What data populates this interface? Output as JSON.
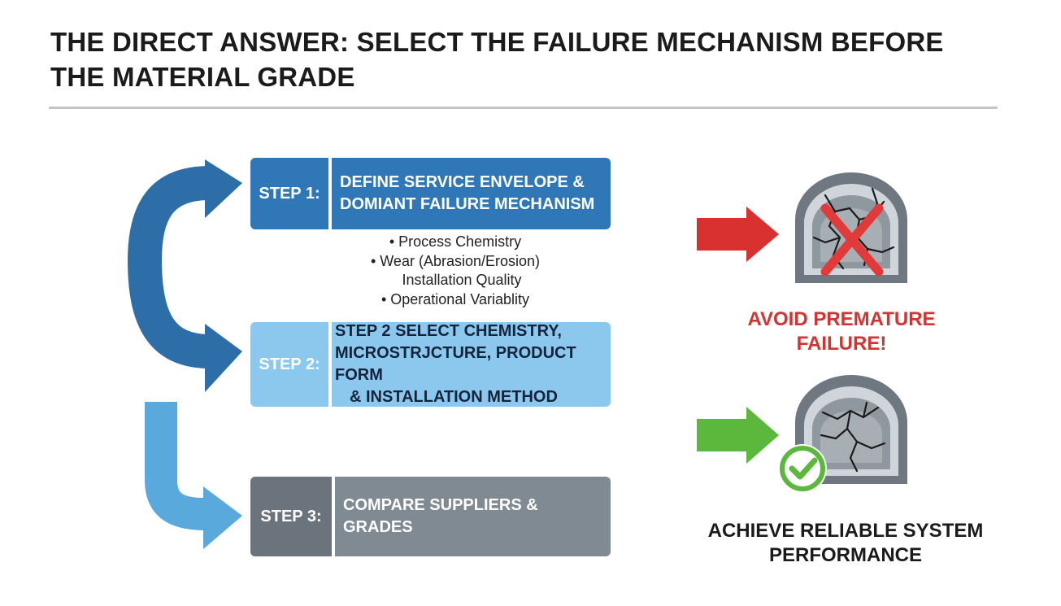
{
  "title": "THE DIRECT ANSWER: SELECT THE FAILURE MECHANISM BEFORE THE MATERIAL GRADE",
  "steps": [
    {
      "tag": "STEP 1:",
      "lines": [
        "DEFINE SERVICE ENVELOPE &",
        "DOMIANT FAILURE MECHANISM"
      ]
    },
    {
      "tag": "STEP 2:",
      "lines": [
        "STEP 2 SELECT CHEMISTRY,",
        "MICROSTRJCTURE, PRODUCT FORM",
        "& INSTALLATION METHOD"
      ]
    },
    {
      "tag": "STEP 3:",
      "lines": [
        "COMPARE SUPPLIERS & GRADES"
      ]
    }
  ],
  "considerations": [
    "• Process Chemistry",
    "• Wear (Abrasion/Erosion)",
    "Installation Quality",
    "• Operational Variablity"
  ],
  "outcomes": {
    "avoid": {
      "lines": [
        "AVOID PREMATURE",
        "FAILURE!"
      ],
      "color": "#d63232",
      "icon": "cracked-lining-x-icon"
    },
    "achieve": {
      "lines": [
        "ACHIEVE RELIABLE SYSTEM",
        "PERFORMANCE"
      ],
      "color": "#1b1b1b",
      "icon": "cracked-lining-check-icon"
    }
  },
  "colors": {
    "step1": "#2f77b7",
    "step2": "#8cc8ee",
    "step3": "#7f8a93",
    "red_arrow": "#d93030",
    "green_arrow": "#5cb83c"
  }
}
